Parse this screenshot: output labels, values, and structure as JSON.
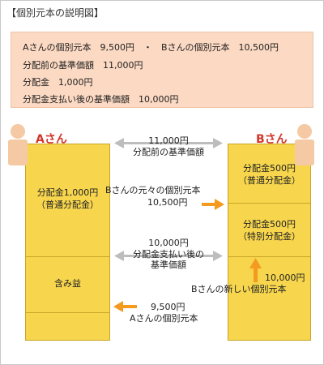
{
  "title": "【個別元本の説明図】",
  "info": {
    "line1": "Aさんの個別元本　9,500円　・　Bさんの個別元本　10,500円",
    "line2": "分配前の基準価額　11,000円",
    "line3": "分配金　1,000円",
    "line4": "分配金支払い後の基準価額　10,000円"
  },
  "person_a": {
    "name": "Aさん"
  },
  "person_b": {
    "name": "Bさん"
  },
  "col_a": {
    "seg1_l1": "分配金1,000円",
    "seg1_l2": "（普通分配金）",
    "seg2": "含み益"
  },
  "col_b": {
    "seg1_l1": "分配金500円",
    "seg1_l2": "（普通分配金）",
    "seg2_l1": "分配金500円",
    "seg2_l2": "（特別分配金）"
  },
  "labels": {
    "pre_value_num": "11,000円",
    "pre_value_text": "分配前の基準価額",
    "b_orig_text": "Bさんの元々の個別元本",
    "b_orig_num": "10,500円",
    "post_value_num": "10,000円",
    "post_value_l1": "分配金支払い後の",
    "post_value_l2": "基準価額",
    "b_new_num": "10,000円",
    "b_new_text": "Bさんの新しい個別元本",
    "a_num": "9,500円",
    "a_text": "Aさんの個別元本"
  },
  "colors": {
    "column_fill": "#f7d64e",
    "column_border": "#c9a526",
    "info_box": "#fcd9c3",
    "name_red": "#d1352b",
    "orange_arrow": "#f39a1f",
    "gray_arrow": "#bdbdbd",
    "person": "#f5c9a4"
  }
}
